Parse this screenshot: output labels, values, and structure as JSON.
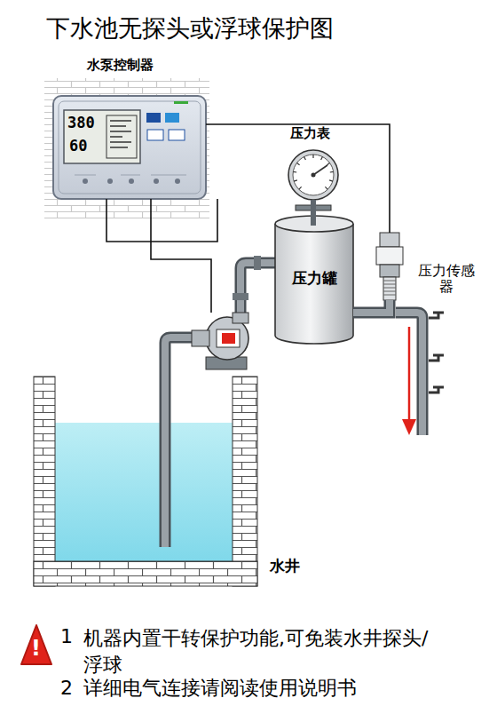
{
  "diagram": {
    "title": "下水池无探头或浮球保护图",
    "nodes": [
      {
        "text": [
          "水泵控制器"
        ]
      },
      {
        "text": [
          "压力表"
        ]
      },
      {
        "text": [
          "压力罐"
        ]
      },
      {
        "text": [
          "压力传感器"
        ]
      },
      {
        "text": [
          "水井"
        ]
      }
    ],
    "edges": [
      {
        "from": 0,
        "to": 3,
        "arrow": "none"
      },
      {
        "from": 1,
        "to": 2,
        "arrow": "none"
      },
      {
        "from": 2,
        "to": 3,
        "arrow": "none"
      }
    ],
    "labels": [
      "380",
      "60",
      "!",
      "1",
      "机器内置干转保护功能,可免装水井探头/浮球",
      "2",
      "详细电气连接请阅读使用说明书"
    ]
  }
}
